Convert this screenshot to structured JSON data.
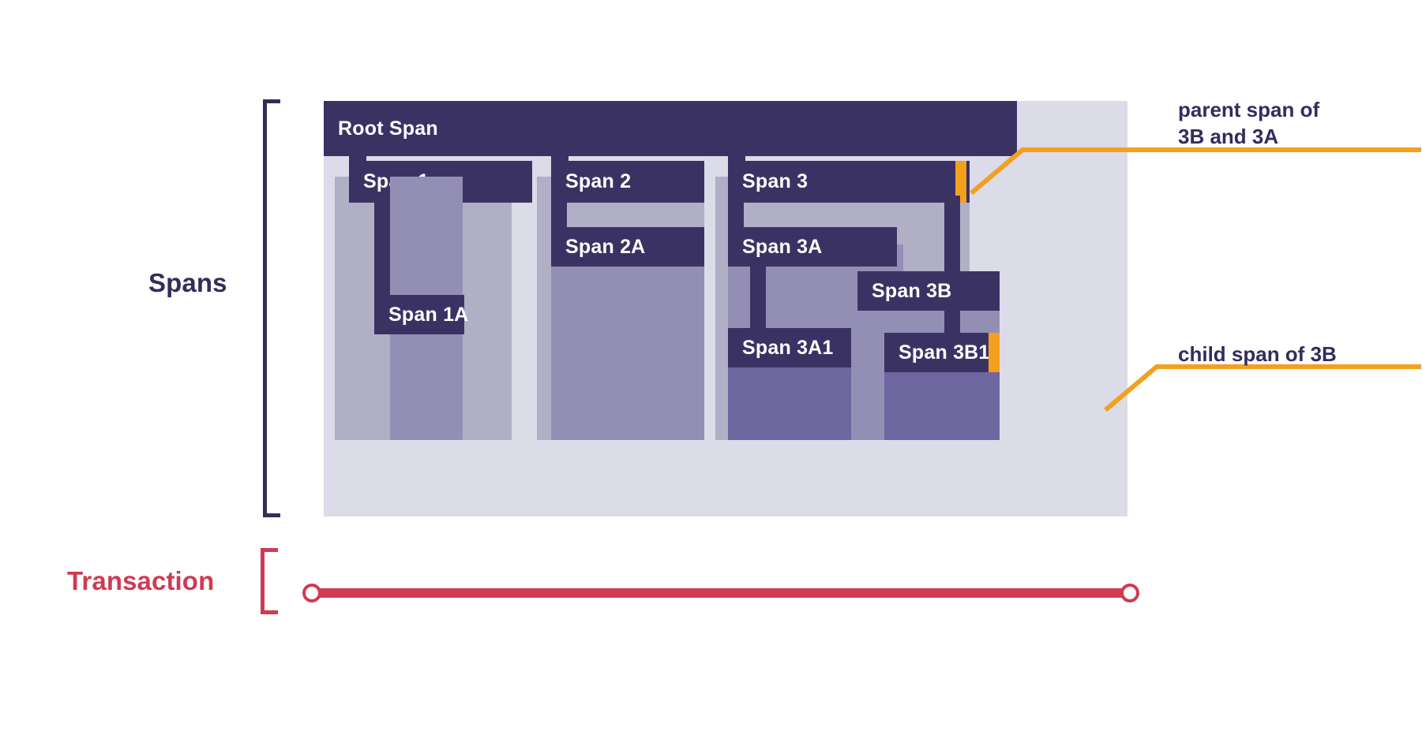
{
  "sections": {
    "spans": {
      "label": "Spans",
      "color": "#342C5C"
    },
    "transaction": {
      "label": "Transaction",
      "color": "#CF3B52"
    }
  },
  "colors": {
    "span_bar": "#3B3264",
    "canvas": "#DCDBE8",
    "body_level1": "#B1AFC6",
    "body_level2": "#938FB4",
    "body_level3": "#6E679F",
    "accent_orange": "#F2A01E",
    "label_dark": "#342C5C",
    "transaction_crimson": "#CF3B52"
  },
  "spans": [
    {
      "id": "root",
      "label": "Root Span",
      "depth": 0,
      "parent": null
    },
    {
      "id": "s1",
      "label": "Span 1",
      "depth": 1,
      "parent": "root"
    },
    {
      "id": "s1a",
      "label": "Span 1A",
      "depth": 2,
      "parent": "s1"
    },
    {
      "id": "s2",
      "label": "Span 2",
      "depth": 1,
      "parent": "root"
    },
    {
      "id": "s2a",
      "label": "Span 2A",
      "depth": 2,
      "parent": "s2"
    },
    {
      "id": "s3",
      "label": "Span 3",
      "depth": 1,
      "parent": "root"
    },
    {
      "id": "s3a",
      "label": "Span 3A",
      "depth": 2,
      "parent": "s3"
    },
    {
      "id": "s3a1",
      "label": "Span 3A1",
      "depth": 3,
      "parent": "s3a"
    },
    {
      "id": "s3b",
      "label": "Span 3B",
      "depth": 2,
      "parent": "s3"
    },
    {
      "id": "s3b1",
      "label": "Span 3B1",
      "depth": 3,
      "parent": "s3b"
    }
  ],
  "annotations": [
    {
      "id": "parent-of-3b-3a",
      "text": "parent span of\n3B and 3A",
      "target": "Span 3"
    },
    {
      "id": "child-of-3b",
      "text": "child span of 3B",
      "target": "Span 3B1"
    }
  ]
}
